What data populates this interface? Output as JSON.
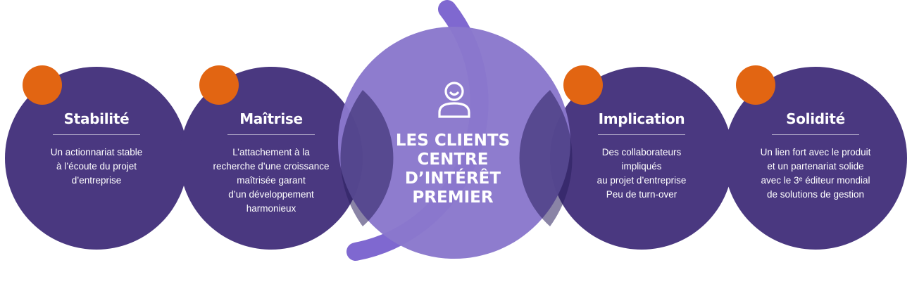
{
  "colors": {
    "pillar_fill": "#4a3880",
    "center_fill": "#8a78cc",
    "arc": "#7f68d0",
    "accent_dot": "#e26512",
    "text": "#ffffff"
  },
  "center": {
    "icon": "user-icon",
    "label": "LES CLIENTS\nCENTRE\nD’INTÉRÊT\nPREMIER"
  },
  "pillars": [
    {
      "title": "Stabilité",
      "text": "Un actionnariat stable\nà l’écoute du projet\nd’entreprise"
    },
    {
      "title": "Maîtrise",
      "text": "L’attachement à la\nrecherche d’une croissance\nmaîtrisée garant\nd’un développement\nharmonieux"
    },
    {
      "title": "Implication",
      "text": "Des collaborateurs\nimpliqués\nau projet d’entreprise\nPeu de turn-over"
    },
    {
      "title": "Solidité",
      "text": "Un lien fort avec le produit\net un partenariat solide\navec le 3ᵉ éditeur mondial\nde solutions de gestion"
    }
  ]
}
